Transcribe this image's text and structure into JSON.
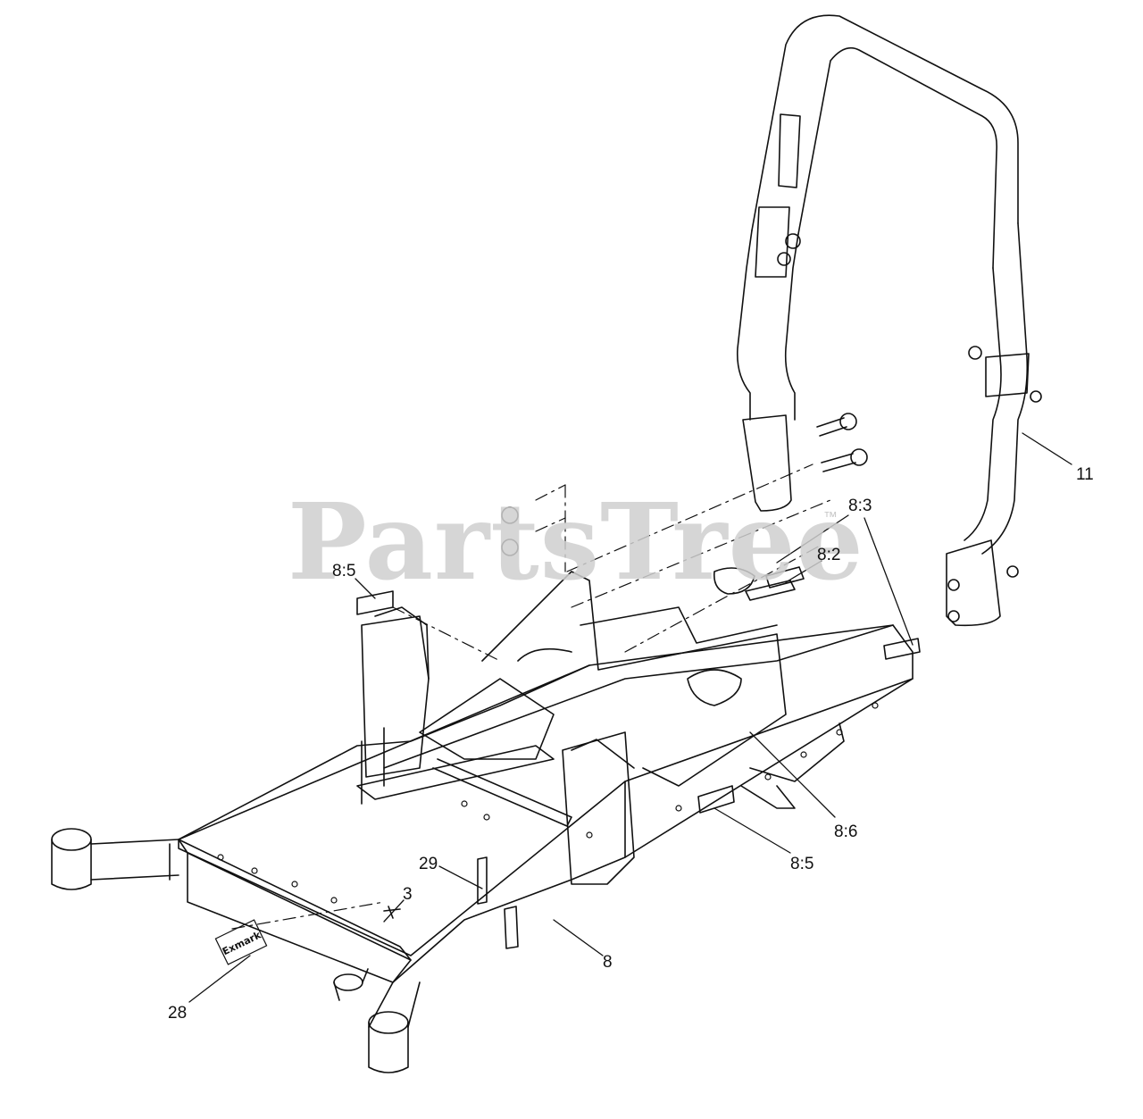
{
  "watermark": {
    "text": "PartsTree",
    "trademark": "™"
  },
  "callouts": [
    {
      "id": "11",
      "label": "11"
    },
    {
      "id": "8-3",
      "label": "8:3"
    },
    {
      "id": "8-2",
      "label": "8:2"
    },
    {
      "id": "8-5-top",
      "label": "8:5"
    },
    {
      "id": "8-6",
      "label": "8:6"
    },
    {
      "id": "8-5-bottom",
      "label": "8:5"
    },
    {
      "id": "29",
      "label": "29"
    },
    {
      "id": "3",
      "label": "3"
    },
    {
      "id": "8",
      "label": "8"
    },
    {
      "id": "28",
      "label": "28"
    }
  ],
  "logo_decal": {
    "text": "Exmark"
  },
  "colors": {
    "line": "#111111",
    "watermark": "#cfcfcf",
    "background": "#ffffff"
  }
}
